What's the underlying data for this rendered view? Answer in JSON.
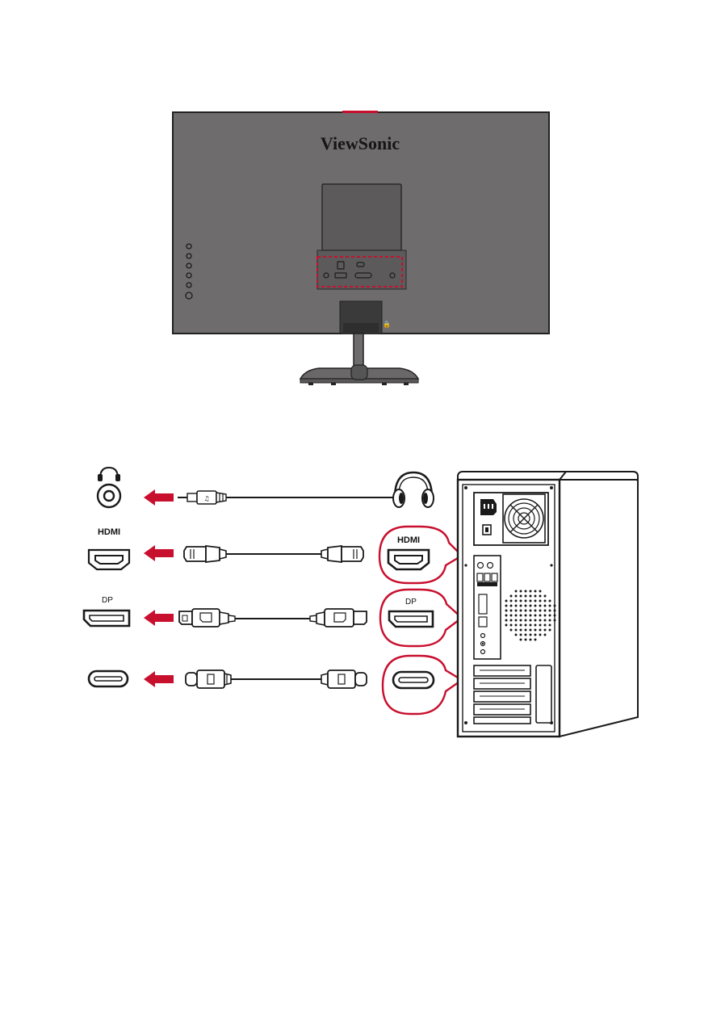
{
  "monitor": {
    "brand": "ViewSonic",
    "accent_color": "#c8102e",
    "panel_color": "#6e6c6c"
  },
  "connections": [
    {
      "id": "audio",
      "monitor_label": "",
      "computer_label": "",
      "icon": "headphone-icon",
      "connector": "3.5mm-jack"
    },
    {
      "id": "hdmi",
      "monitor_label": "HDMI",
      "computer_label": "HDMI",
      "icon": "hdmi-port-icon",
      "connector": "hdmi-cable"
    },
    {
      "id": "dp",
      "monitor_label": "DP",
      "computer_label": "DP",
      "icon": "displayport-icon",
      "connector": "displayport-cable"
    },
    {
      "id": "usbc",
      "monitor_label": "",
      "computer_label": "",
      "icon": "usb-c-port-icon",
      "connector": "usb-c-cable"
    }
  ],
  "colors": {
    "arrow": "#c8102e",
    "callout": "#c8102e",
    "line": "#1a1a1a"
  }
}
